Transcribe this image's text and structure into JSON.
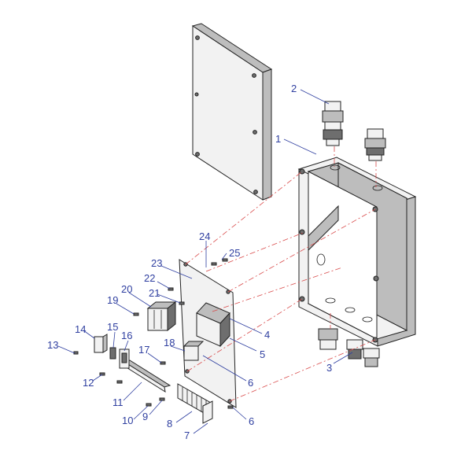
{
  "diagram": {
    "style": "exploded assembly drawing",
    "colors": {
      "label": "#2f3fa0",
      "assembly_axis": "#d94b4b",
      "line": "#222222"
    },
    "part_labels": [
      "1",
      "2",
      "3",
      "4",
      "5",
      "6",
      "6",
      "7",
      "8",
      "9",
      "10",
      "11",
      "12",
      "13",
      "14",
      "15",
      "16",
      "17",
      "18",
      "19",
      "20",
      "21",
      "22",
      "23",
      "24",
      "25"
    ]
  }
}
